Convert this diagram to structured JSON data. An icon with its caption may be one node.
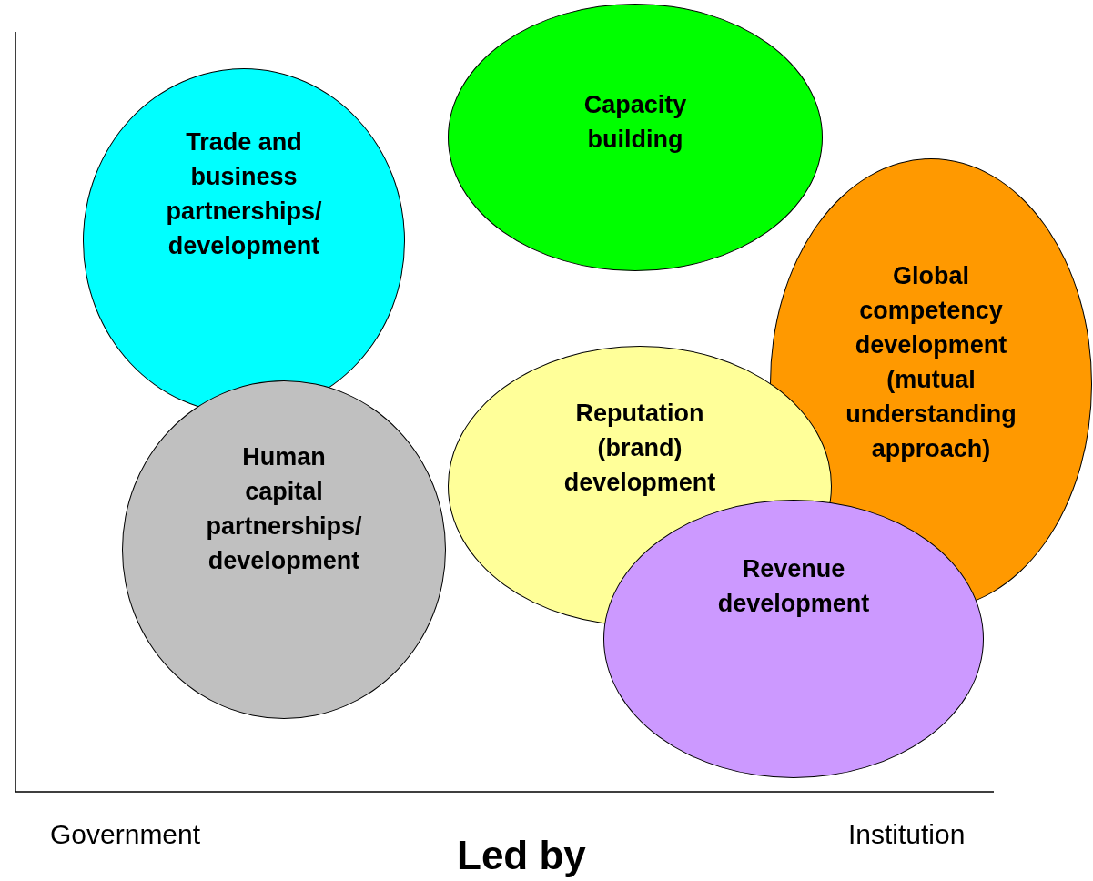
{
  "diagram": {
    "nodes": [
      {
        "text": [
          "Trade and business partnerships/ development"
        ]
      },
      {
        "text": [
          "Capacity building"
        ]
      },
      {
        "text": [
          "Global competency development (mutual understanding approach)"
        ]
      },
      {
        "text": [
          "Human capital partnerships/ development"
        ]
      },
      {
        "text": [
          "Reputation (brand) development"
        ]
      },
      {
        "text": [
          "Revenue development"
        ]
      }
    ],
    "labels": [
      "Government",
      "Led by",
      "Institution"
    ]
  }
}
